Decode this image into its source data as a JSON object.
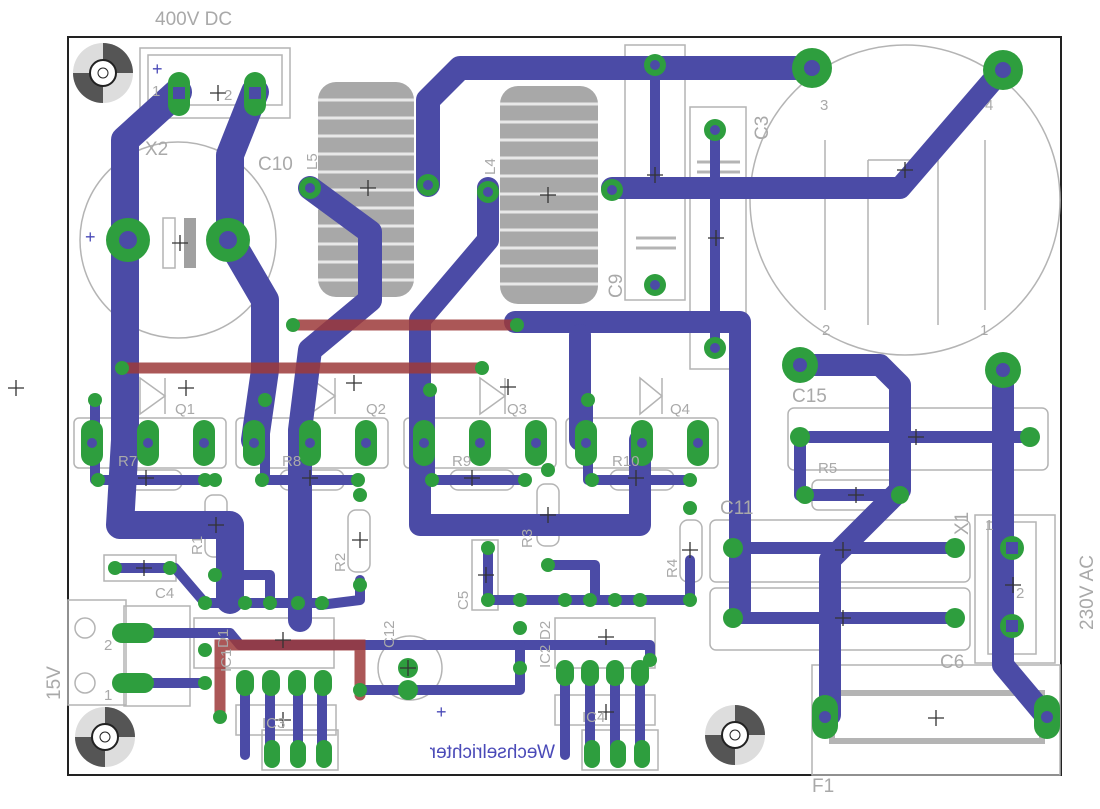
{
  "board": {
    "title_bottom": "Wechselrichter",
    "label_hv": "400V DC",
    "label_ac": "230V AC",
    "label_15v": "15V"
  },
  "components": {
    "X2": "X2",
    "C10": "C10",
    "L5": "L5",
    "L4": "L4",
    "C3": "C3",
    "C9": "C9",
    "C15": "C15",
    "R5": "R5",
    "C11": "C11",
    "X1": "X1",
    "C6": "C6",
    "F1": "F1",
    "Q1": "Q1",
    "Q2": "Q2",
    "Q3": "Q3",
    "Q4": "Q4",
    "R1": "R1",
    "R2": "R2",
    "R3": "R3",
    "R4": "R4",
    "R7": "R7",
    "R8": "R8",
    "R9": "R9",
    "R10": "R10",
    "C4": "C4",
    "C5": "C5",
    "C12": "C12",
    "D1": "D1",
    "D2": "D2",
    "IC1": "IC1",
    "IC2": "IC2",
    "IC3": "IC3",
    "IC4": "IC4"
  },
  "pin_labels": {
    "x2_1": "1",
    "x2_2": "2",
    "c3_1": "1",
    "c3_2": "2",
    "c3_3": "3",
    "c3_4": "4",
    "x1_1": "1",
    "x1_2": "2",
    "j15_1": "1",
    "j15_2": "2"
  },
  "markers": {
    "plus": "+",
    "plus_x2": "+",
    "plus_c12": "+",
    "plus_elko": "+"
  },
  "colors": {
    "copper_bottom": "#4b4ba6",
    "copper_top": "#9c3a3a",
    "pad": "#2e9e3e",
    "silkscreen": "#b4b4b4",
    "board_outline": "#222222"
  }
}
